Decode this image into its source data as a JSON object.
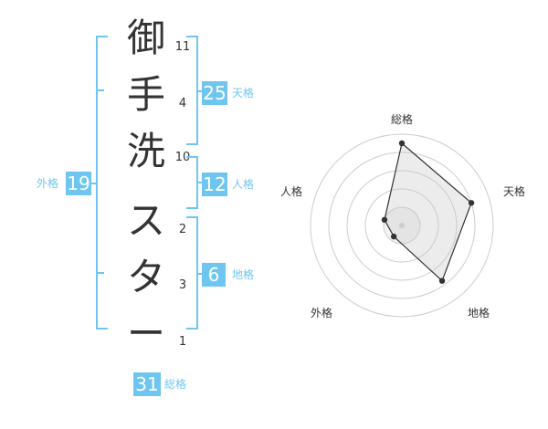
{
  "colors": {
    "accent": "#6ec6f0",
    "text": "#333333",
    "bracket": "#6ec6f0"
  },
  "name": {
    "characters": [
      {
        "char": "御",
        "strokes": "11"
      },
      {
        "char": "手",
        "strokes": "4"
      },
      {
        "char": "洗",
        "strokes": "10"
      },
      {
        "char": "ス",
        "strokes": "2"
      },
      {
        "char": "タ",
        "strokes": "3"
      },
      {
        "char": "ー",
        "strokes": "1"
      }
    ]
  },
  "kakusu": {
    "tenkaku": {
      "value": "25",
      "label": "天格"
    },
    "jinkaku": {
      "value": "12",
      "label": "人格"
    },
    "chikaku": {
      "value": "6",
      "label": "地格"
    },
    "gaikaku": {
      "value": "19",
      "label": "外格"
    },
    "soukaku": {
      "value": "31",
      "label": "総格"
    }
  },
  "radar": {
    "axes": [
      "総格",
      "天格",
      "地格",
      "外格",
      "人格"
    ],
    "scores": [
      0.9,
      0.8,
      0.75,
      0.15,
      0.2
    ]
  }
}
